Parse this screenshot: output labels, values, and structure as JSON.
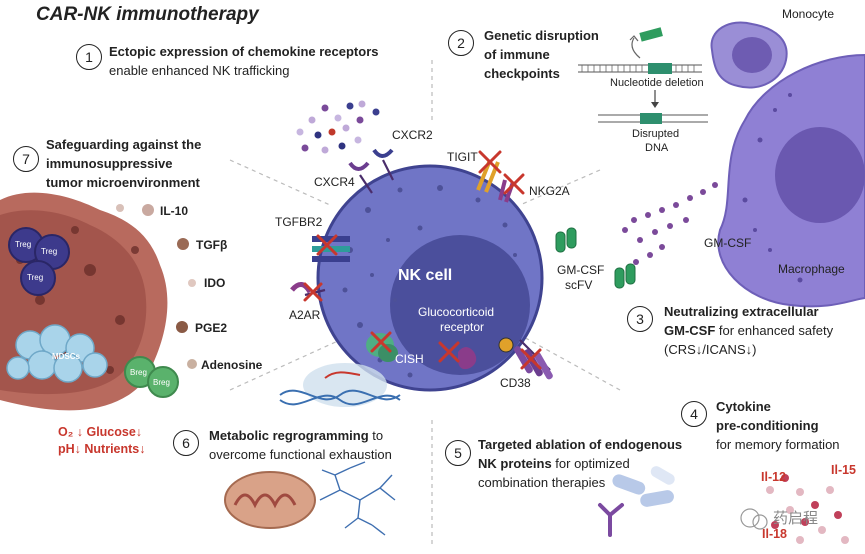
{
  "title": "CAR-NK immunotherapy",
  "cell": {
    "name": "NK cell",
    "nucleus_label_1": "Glucocorticoid",
    "nucleus_label_2": "receptor"
  },
  "sections": {
    "s1": {
      "num": "1",
      "line1": "Ectopic expression of chemokine receptors",
      "line2": "enable enhanced NK trafficking"
    },
    "s2": {
      "num": "2",
      "line1": "Genetic disruption",
      "line2": "of immune",
      "line3": "checkpoints"
    },
    "s3": {
      "num": "3",
      "line1": "Neutralizing extracellular",
      "line2": "GM-CSF",
      "line2_rest": " for enhanced safety",
      "line3": "(CRS↓/ICANS↓)"
    },
    "s4": {
      "num": "4",
      "line1": "Cytokine",
      "line2": "pre-conditioning",
      "line3": "for memory formation"
    },
    "s5": {
      "num": "5",
      "line1": "Targeted ablation of endogenous",
      "line2": "NK proteins",
      "line2_rest": " for optimized",
      "line3": "combination therapies"
    },
    "s6": {
      "num": "6",
      "line1": "Metabolic regrogramming",
      "line1_rest": " to",
      "line2": "overcome functional exhaustion"
    },
    "s7": {
      "num": "7",
      "line1": "Safeguarding against the",
      "line2": "immunosuppressive",
      "line3": "tumor microenvironment"
    }
  },
  "labels": {
    "cxcr2": "CXCR2",
    "cxcr4": "CXCR4",
    "tgfbr2": "TGFBR2",
    "a2ar": "A2AR",
    "tigit": "TIGIT",
    "nkg2a": "NKG2A",
    "cish": "CISH",
    "cd38": "CD38",
    "gmcsf_scfv_1": "GM-CSF",
    "gmcsf_scfv_2": "scFV",
    "gmcsf": "GM-CSF",
    "monocyte": "Monocyte",
    "macrophage": "Macrophage",
    "nucleotide_deletion": "Nucleotide deletion",
    "disrupted_1": "Disrupted",
    "disrupted_2": "DNA"
  },
  "tme": {
    "il10": "IL-10",
    "tgfb": "TGFβ",
    "ido": "IDO",
    "pge2": "PGE2",
    "adenosine": "Adenosine",
    "treg": "Treg",
    "breg": "Breg",
    "mdscs": "MDSCs",
    "cond_1": "O₂ ↓  Glucose↓",
    "cond_2": "pH↓  Nutrients↓"
  },
  "cytokines": {
    "il12": "Il-12",
    "il15": "Il-15",
    "il18": "Il-18"
  },
  "watermark": "药启程",
  "colors": {
    "cell": "#6f74c2",
    "nucleus": "#4c4f99",
    "macrophage": "#8a7ad0",
    "accent_red": "#c8372d",
    "receptor": "#6b3d8f"
  }
}
